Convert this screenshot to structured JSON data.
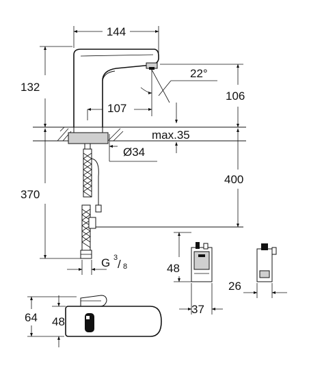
{
  "dimensions": {
    "spout_width": "144",
    "body_height": "132",
    "spray_angle": "22°",
    "outlet_height": "106",
    "reach": "107",
    "deck_thickness": "max.35",
    "hole_diameter": "Ø34",
    "hose_length": "400",
    "total_height": "370",
    "connection_thread": "G",
    "thread_numerator": "3",
    "thread_denominator": "8",
    "box_height": "48",
    "box_width": "37",
    "box_depth": "26",
    "top_length": "64",
    "top_width": "48"
  }
}
